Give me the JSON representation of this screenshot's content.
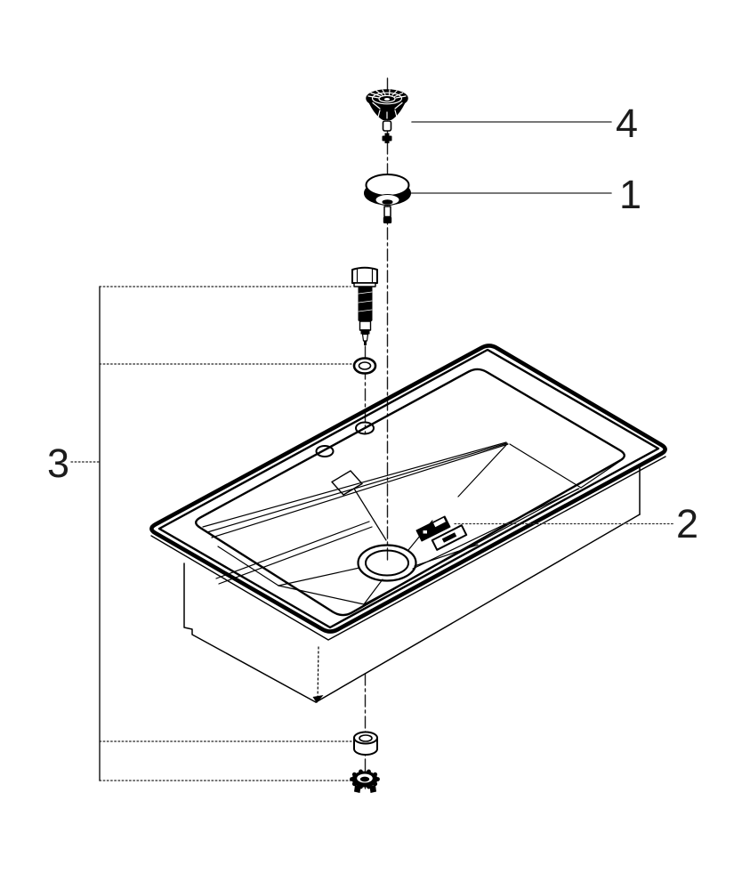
{
  "diagram": {
    "kind": "exploded-spare-parts-diagram",
    "subject": "kitchen-sink-with-drain-assembly",
    "background_color": "#ffffff",
    "line_color": "#000000",
    "callouts": [
      {
        "number": "4",
        "part": "strainer-basket"
      },
      {
        "number": "1",
        "part": "drain-stopper-plug"
      },
      {
        "number": "2",
        "part": "mounting-clip"
      },
      {
        "number": "3",
        "part": "fastening-set-bolt-oring-spacer-locknut"
      }
    ]
  }
}
